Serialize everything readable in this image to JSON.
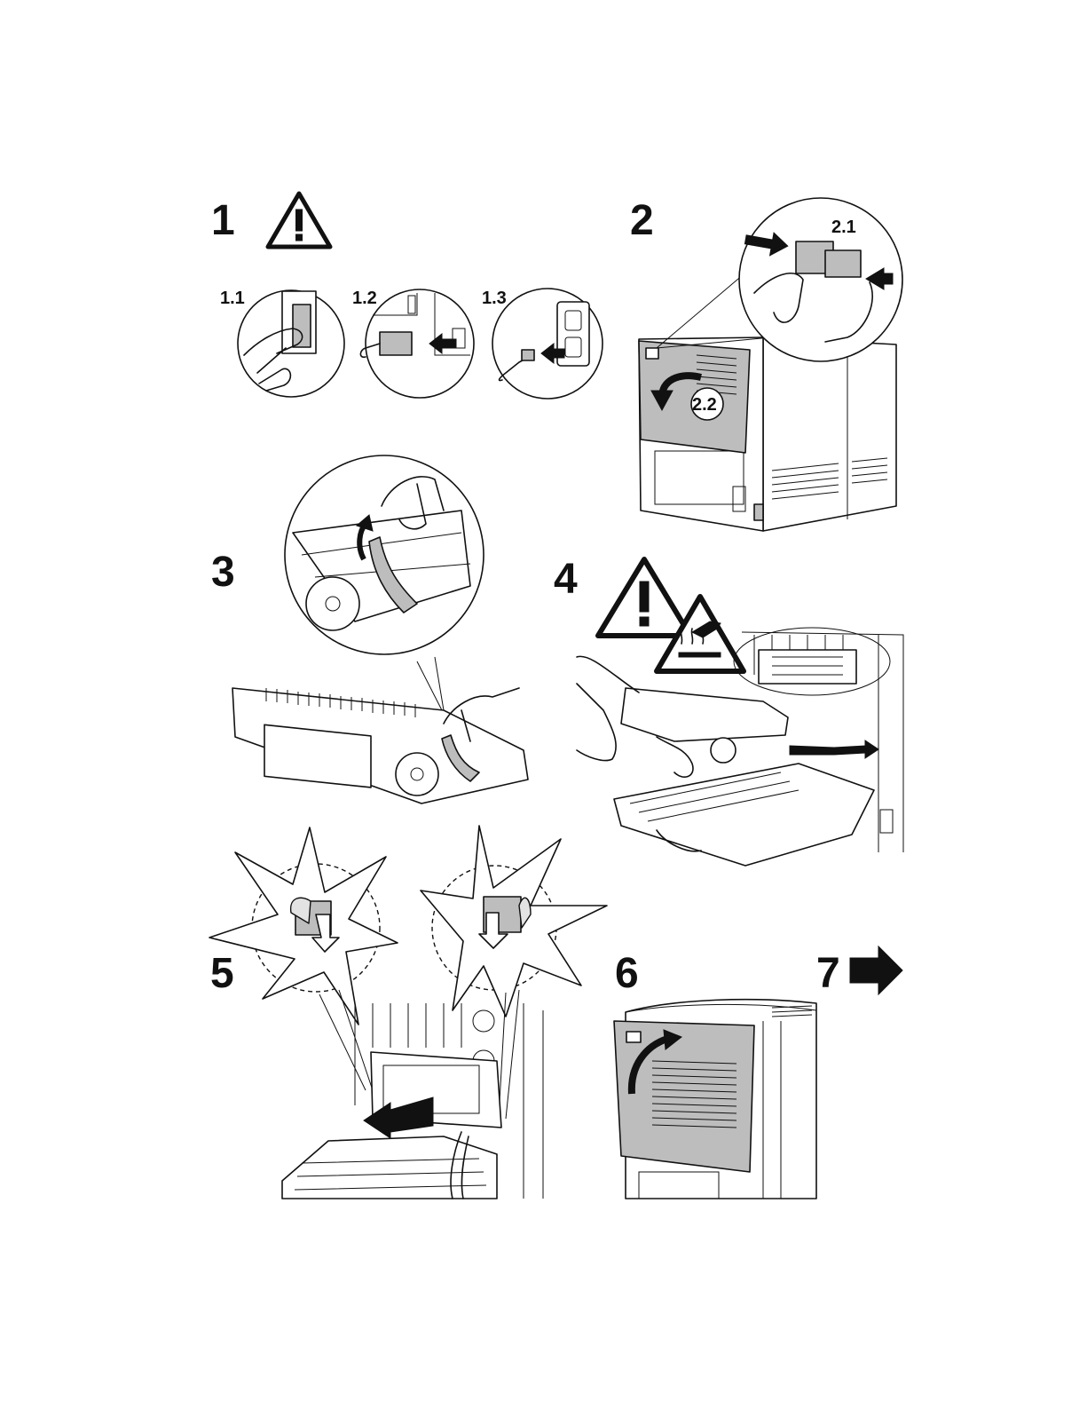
{
  "steps": {
    "s1": "1",
    "s1_1": "1.1",
    "s1_2": "1.2",
    "s1_3": "1.3",
    "s2": "2",
    "s2_1": "2.1",
    "s2_2": "2.2",
    "s3": "3",
    "s4": "4",
    "s5": "5",
    "s6": "6",
    "s7": "7"
  },
  "icons": {
    "warning": "warning-triangle-icon",
    "hot_surface": "hot-surface-icon",
    "next": "right-arrow-icon"
  },
  "colors": {
    "ink": "#111111",
    "cover_gray": "#bdbdbd",
    "paper": "#ffffff"
  }
}
